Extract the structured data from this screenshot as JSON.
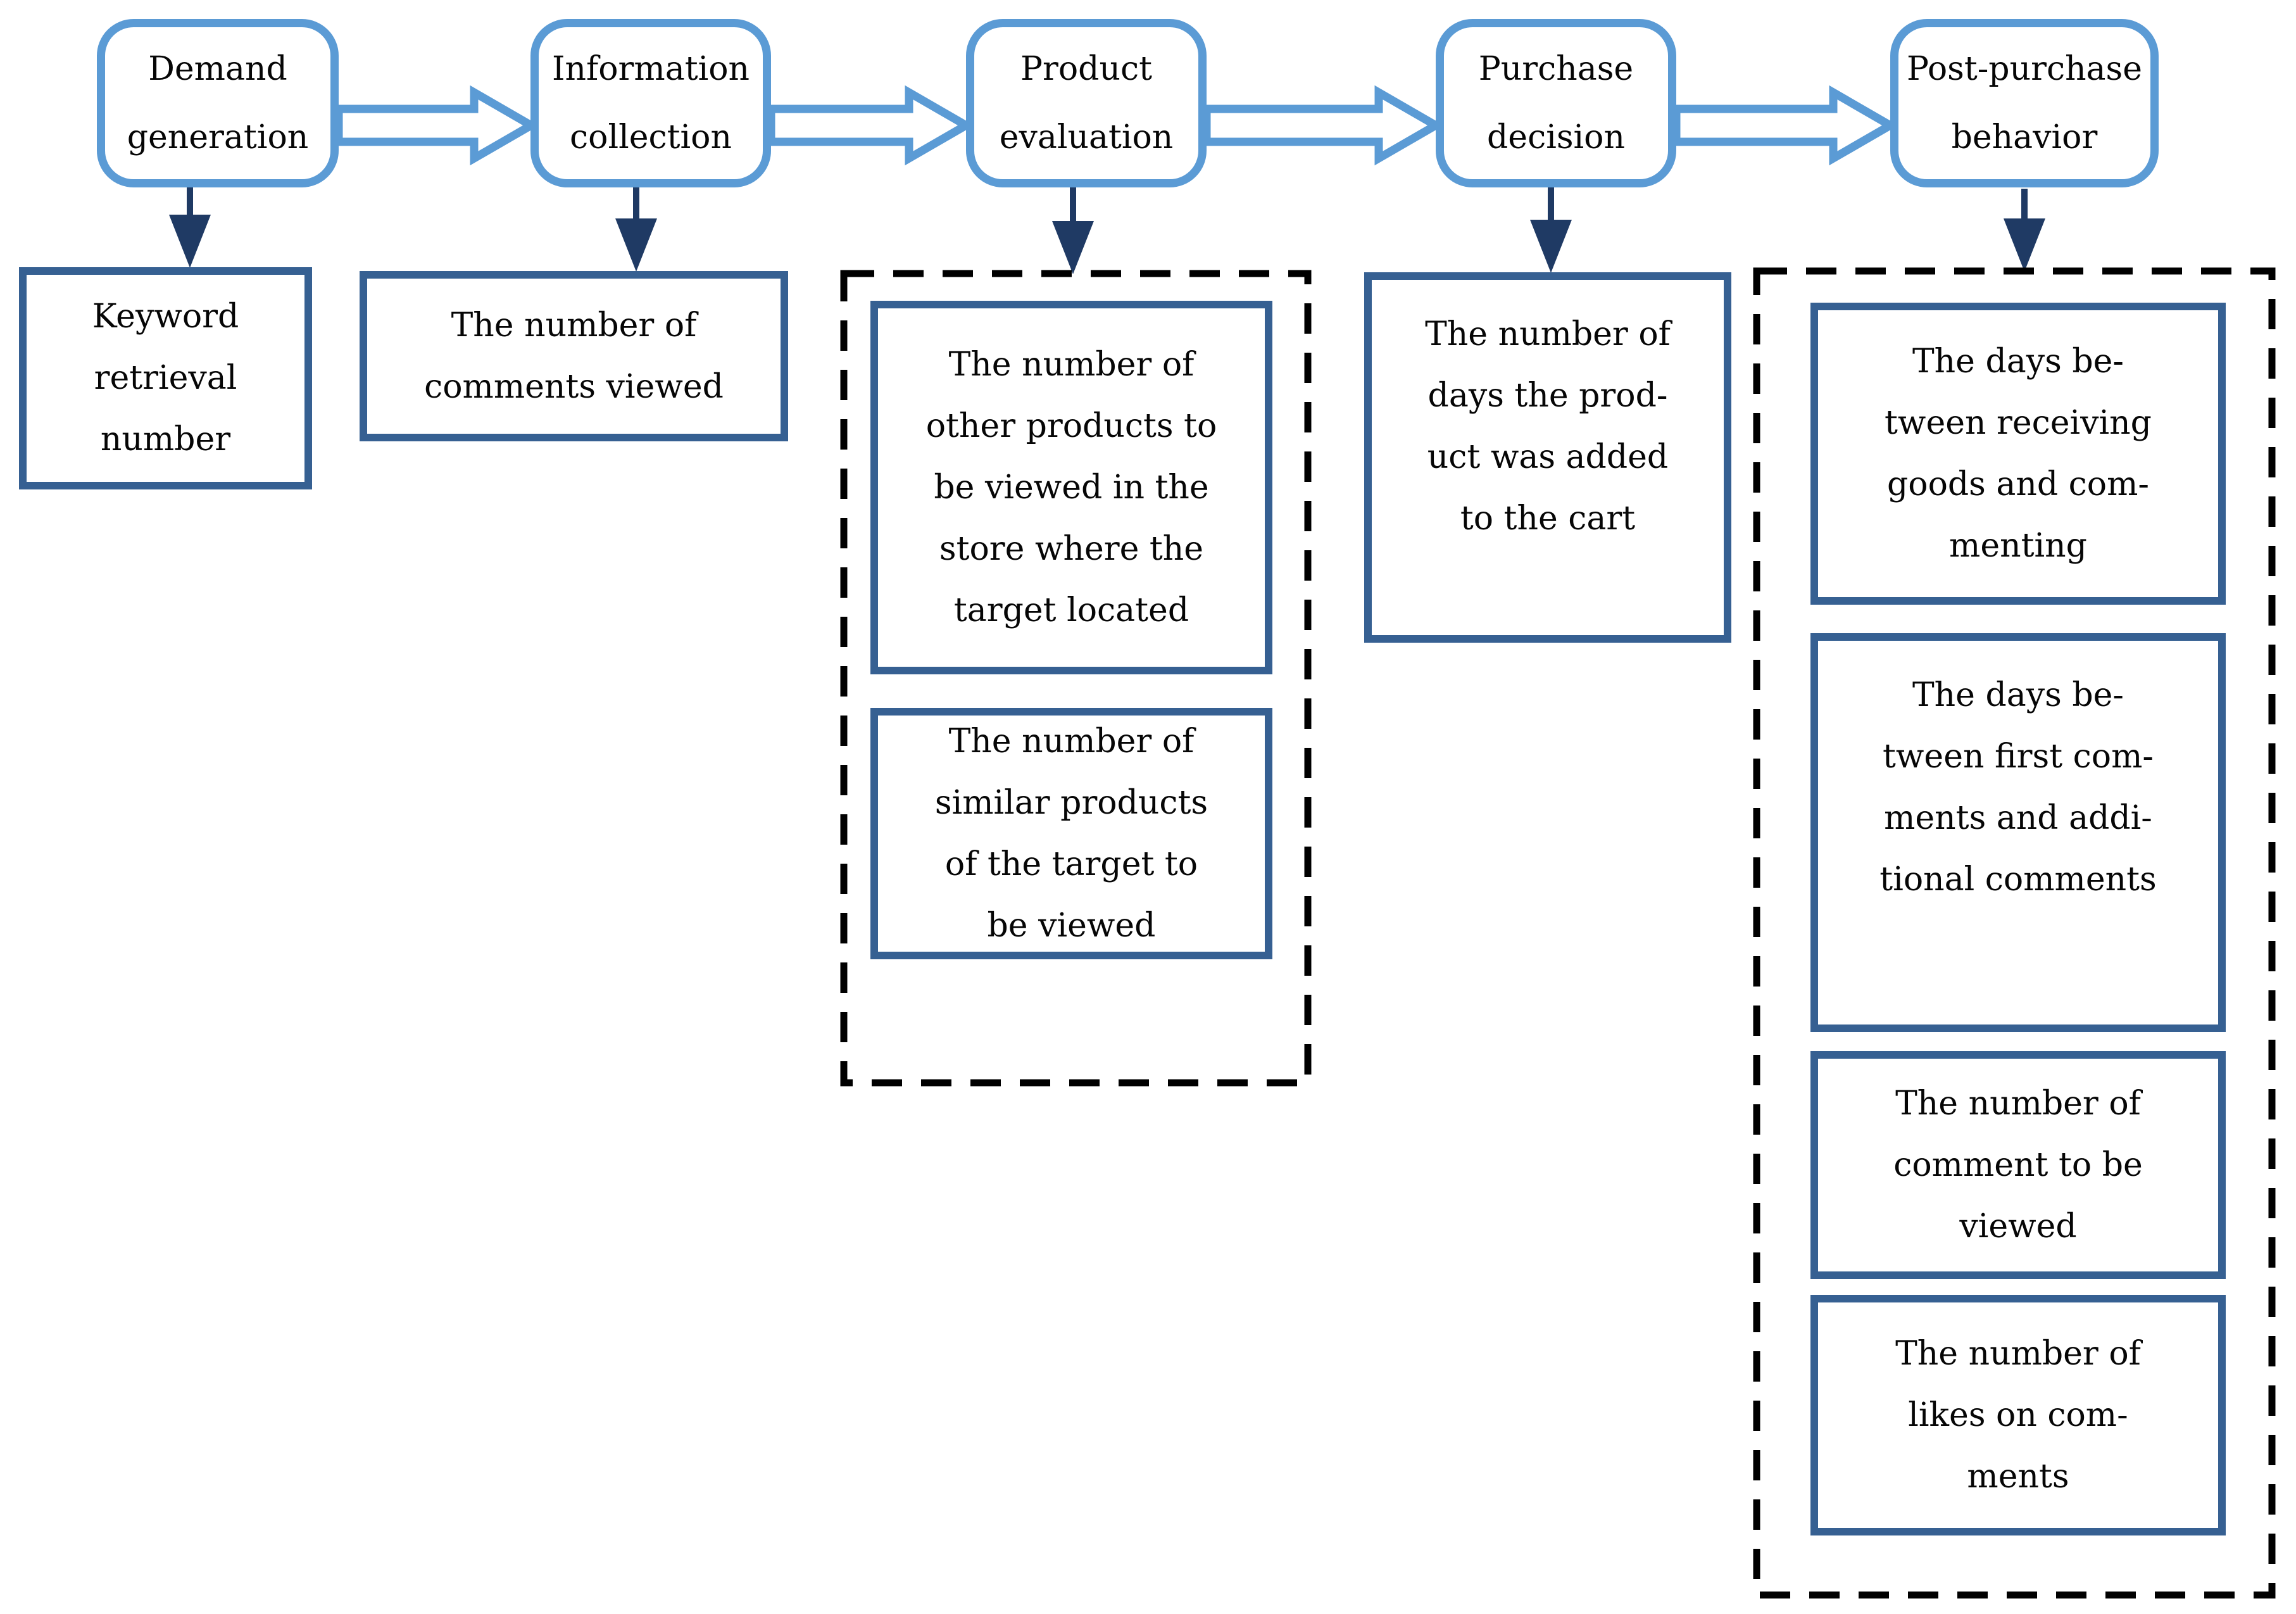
{
  "figure": {
    "type": "flowchart",
    "orientation": "left-to-right stages with downward metric links"
  },
  "colors": {
    "stage_border": "#5B9BD5",
    "flow_arrow": "#5B9BD5",
    "metric_border": "#366092",
    "down_arrow": "#1F3A64",
    "dashed_group_border": "#000000",
    "text": "#060606",
    "background": "#FFFFFF"
  },
  "stages": [
    {
      "label": "Demand\ngeneration",
      "metrics": [
        "Keyword\nretrieval\nnumber"
      ]
    },
    {
      "label": "Information\ncollection",
      "metrics": [
        "The number of\ncomments viewed"
      ]
    },
    {
      "label": "Product\nevaluation",
      "grouped": true,
      "metrics": [
        "The number of\nother products to\nbe viewed in the\nstore where the\ntarget located",
        "The number of\nsimilar products\nof the target to\nbe viewed"
      ]
    },
    {
      "label": "Purchase\ndecision",
      "metrics": [
        "The number of\ndays the prod-\nuct was added\nto the cart"
      ]
    },
    {
      "label": "Post-purchase\nbehavior",
      "grouped": true,
      "metrics": [
        "The days be-\ntween receiving\ngoods and com-\nmenting",
        "The days be-\ntween first com-\nments and addi-\ntional comments",
        "The number of\ncomment to be\nviewed",
        "The number of\nlikes on com-\nments"
      ]
    }
  ]
}
